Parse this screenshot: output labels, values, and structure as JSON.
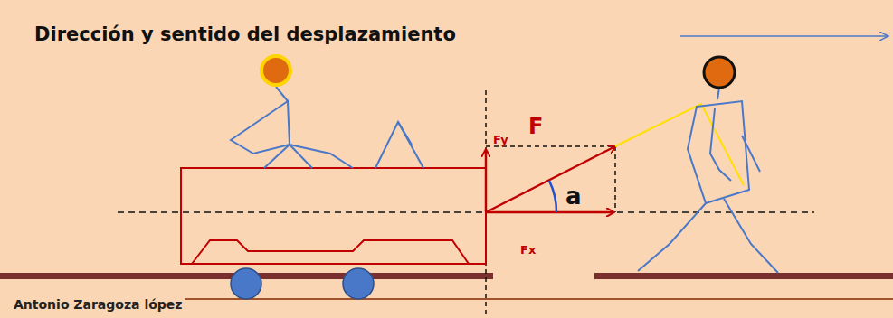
{
  "diagram": {
    "title": "Dirección y sentido del desplazamiento",
    "labels": [
      "F",
      "Fy",
      "a",
      "Fx",
      "Antonio Zaragoza lópez"
    ]
  }
}
